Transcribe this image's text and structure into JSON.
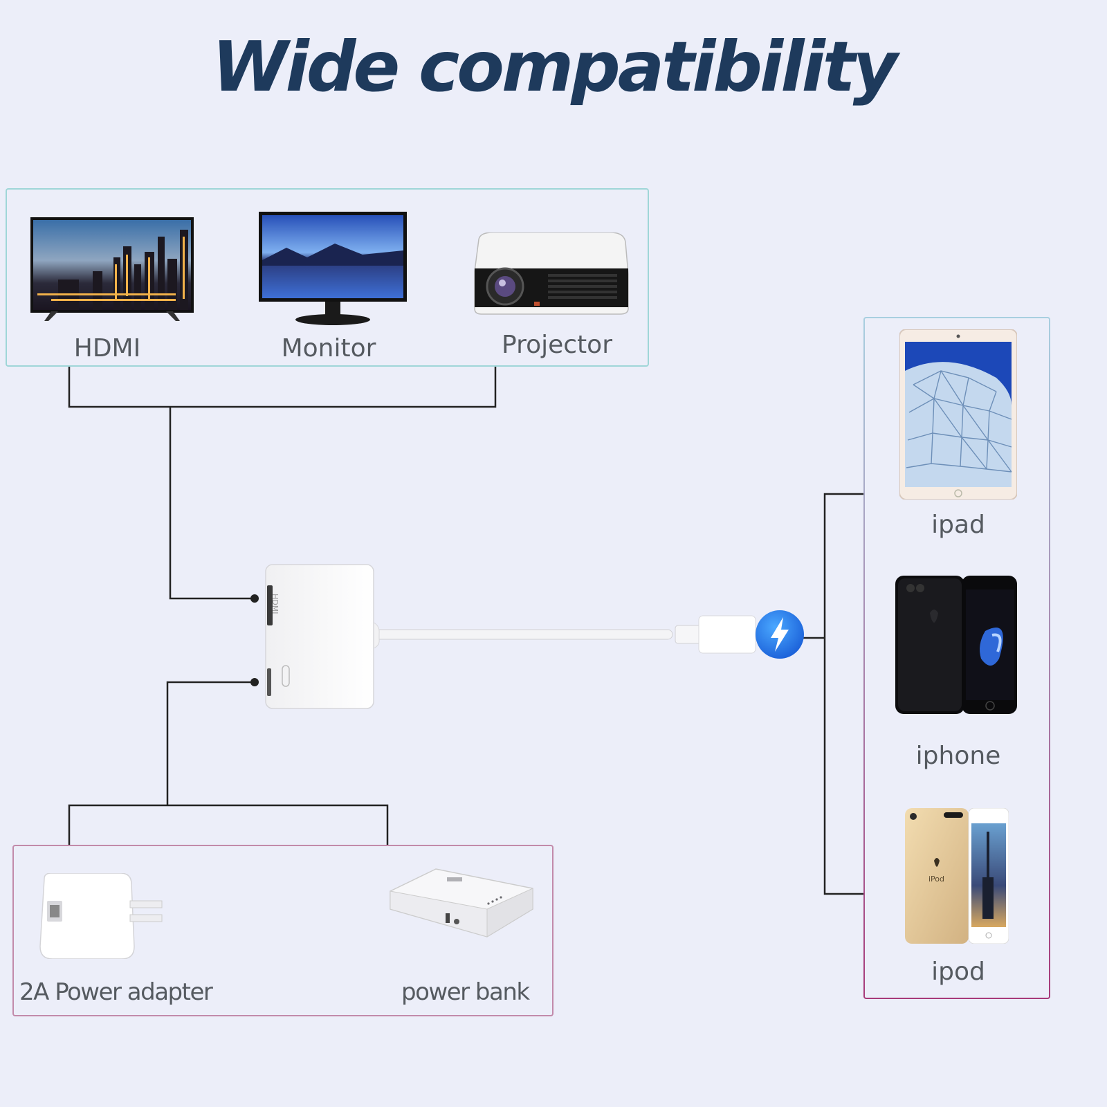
{
  "title": "Wide compatibility",
  "displays": [
    {
      "label": "HDMI",
      "icon": "tv-icon"
    },
    {
      "label": "Monitor",
      "icon": "monitor-icon"
    },
    {
      "label": "Projector",
      "icon": "projector-icon"
    }
  ],
  "power": [
    {
      "label": "2A Power adapter",
      "icon": "power-adapter-icon"
    },
    {
      "label": "power bank",
      "icon": "power-bank-icon"
    }
  ],
  "devices": [
    {
      "label": "ipad",
      "icon": "ipad-icon"
    },
    {
      "label": "iphone",
      "icon": "iphone-icon"
    },
    {
      "label": "ipod",
      "icon": "ipod-icon"
    }
  ],
  "adapter": {
    "port_label": "HDMI",
    "ipod_logo": "iPod",
    "lightning_color": "#2f7ff0"
  },
  "colors": {
    "title": "#1e3a5c",
    "display_border": "#9fd6d8",
    "power_border": "#c28aaa",
    "connector_line": "#222222"
  }
}
